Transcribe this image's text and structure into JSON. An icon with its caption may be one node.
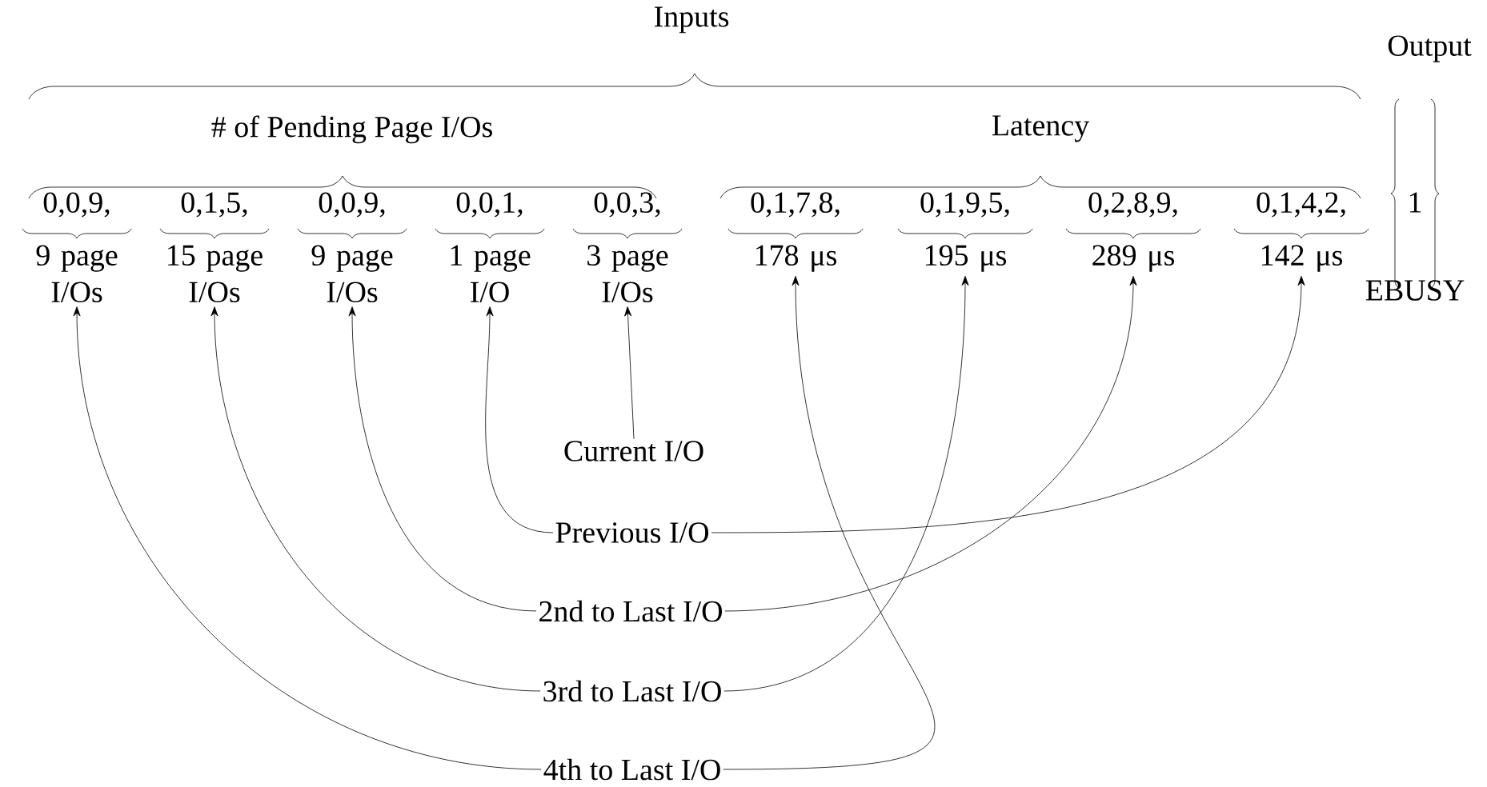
{
  "diagram": {
    "nodes": [
      {
        "text": [
          "0,0,9,",
          "9 page I/Os"
        ]
      },
      {
        "text": [
          "0,1,5,",
          "15 page I/Os"
        ]
      },
      {
        "text": [
          "0,0,9,",
          "9 page I/Os"
        ]
      },
      {
        "text": [
          "0,0,1,",
          "1 page I/O"
        ]
      },
      {
        "text": [
          "0,0,3,",
          "3 page I/Os"
        ]
      },
      {
        "text": [
          "0,1,7,8,",
          "178 μs"
        ]
      },
      {
        "text": [
          "0,1,9,5,",
          "195 μs"
        ]
      },
      {
        "text": [
          "0,2,8,9,",
          "289 μs"
        ]
      },
      {
        "text": [
          "0,1,4,2,",
          "142 μs"
        ]
      },
      {
        "text": [
          "1",
          "EBUSY"
        ]
      },
      {
        "text": [
          "Current I/O"
        ]
      },
      {
        "text": [
          "Previous I/O"
        ]
      },
      {
        "text": [
          "2nd to Last I/O"
        ]
      },
      {
        "text": [
          "3rd to Last I/O"
        ]
      },
      {
        "text": [
          "4th to Last I/O"
        ]
      }
    ],
    "edges": [
      {
        "from": 10,
        "to": 4,
        "arrow": "to"
      },
      {
        "from": 11,
        "to": 3,
        "arrow": "to"
      },
      {
        "from": 11,
        "to": 8,
        "arrow": "to"
      },
      {
        "from": 12,
        "to": 2,
        "arrow": "to"
      },
      {
        "from": 12,
        "to": 7,
        "arrow": "to"
      },
      {
        "from": 13,
        "to": 1,
        "arrow": "to"
      },
      {
        "from": 13,
        "to": 6,
        "arrow": "to"
      },
      {
        "from": 14,
        "to": 0,
        "arrow": "to"
      },
      {
        "from": 14,
        "to": 5,
        "arrow": "to"
      }
    ],
    "labels": [
      "Inputs",
      "Output",
      "# of Pending Page I/Os",
      "Latency"
    ]
  }
}
